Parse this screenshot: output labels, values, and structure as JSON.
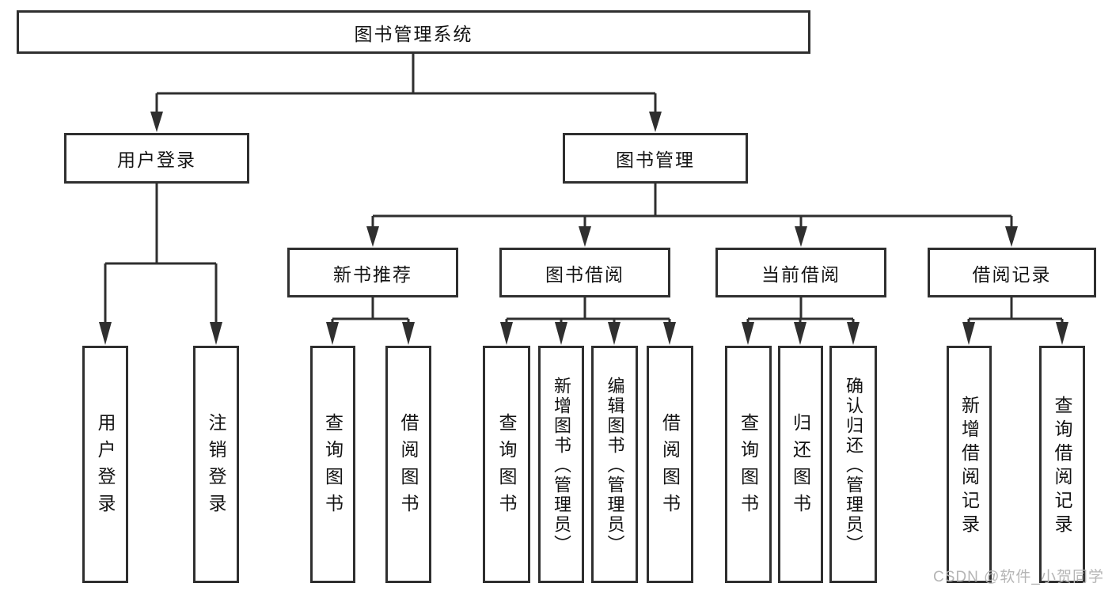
{
  "nodes": {
    "root": "图书管理系统",
    "user_login": "用户登录",
    "book_mgmt": "图书管理",
    "new_book": "新书推荐",
    "book_borrow": "图书借阅",
    "current_borrow": "当前借阅",
    "borrow_record": "借阅记录",
    "leaf_user_login": "用户登录",
    "leaf_logout": "注销登录",
    "leaf_nb_query": "查询图书",
    "leaf_nb_borrow": "借阅图书",
    "leaf_bb_query": "查询图书",
    "leaf_bb_add": "新增图书（管理员）",
    "leaf_bb_edit": "编辑图书（管理员）",
    "leaf_bb_borrow": "借阅图书",
    "leaf_cb_query": "查询图书",
    "leaf_cb_return": "归还图书",
    "leaf_cb_confirm": "确认归还（管理员）",
    "leaf_br_add": "新增借阅记录",
    "leaf_br_query": "查询借阅记录"
  },
  "watermark": "CSDN @软件_小贺同学",
  "colors": {
    "line": "#2f2f2f",
    "text": "#141414",
    "watermark": "#b5b5b5",
    "background": "#ffffff"
  }
}
